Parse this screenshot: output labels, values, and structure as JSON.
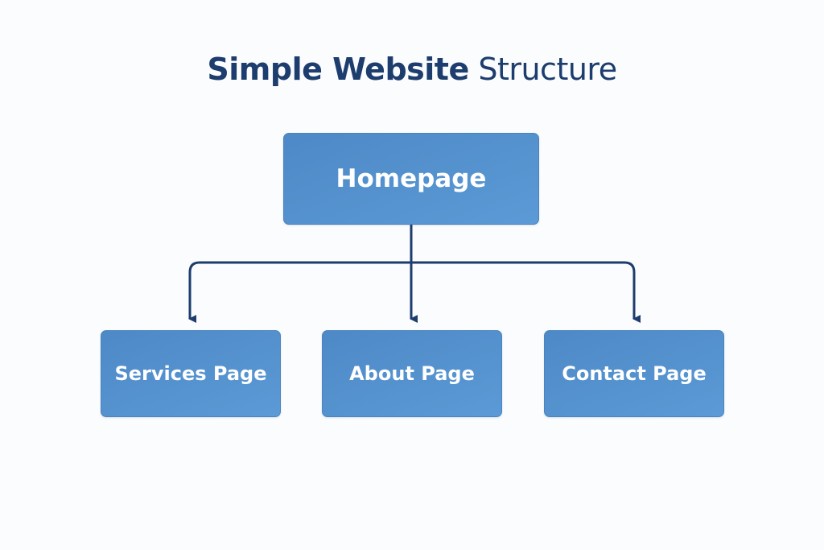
{
  "diagram": {
    "title_bold": "Simple Website",
    "title_light": "Structure",
    "root": {
      "label": "Homepage"
    },
    "children": [
      {
        "label": "Services Page"
      },
      {
        "label": "About Page"
      },
      {
        "label": "Contact Page"
      }
    ],
    "edges": [
      {
        "from": "Homepage",
        "to": "Services Page"
      },
      {
        "from": "Homepage",
        "to": "About Page"
      },
      {
        "from": "Homepage",
        "to": "Contact Page"
      }
    ],
    "colors": {
      "title": "#1d3d6e",
      "node_fill": "#5290cf",
      "node_text": "#ffffff",
      "connector": "#1d3d6e",
      "background": "#fbfcfd"
    }
  }
}
